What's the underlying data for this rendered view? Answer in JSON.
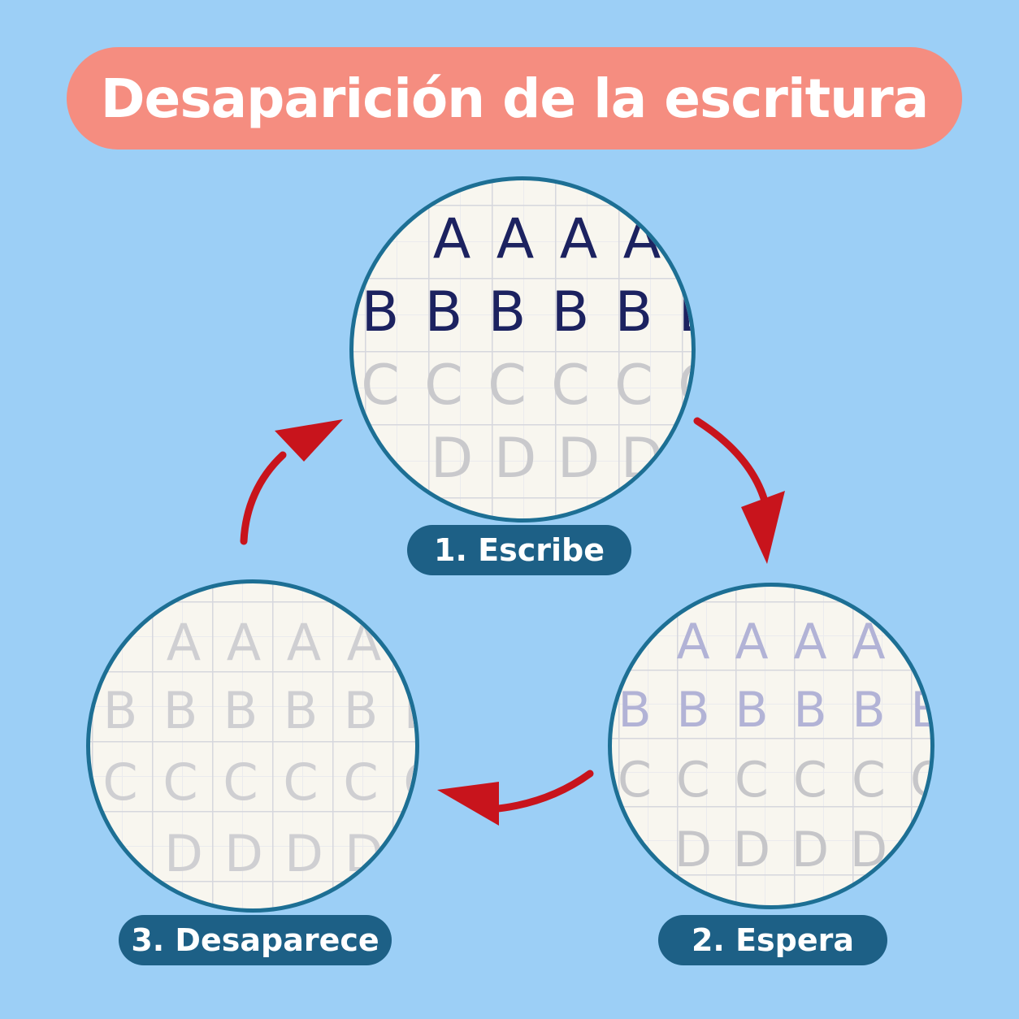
{
  "title": "Desaparición de la escritura",
  "steps": [
    {
      "label": "1. Escribe"
    },
    {
      "label": "2. Espera"
    },
    {
      "label": "3. Desaparece"
    }
  ],
  "letters": {
    "a": "A",
    "b": "B",
    "c": "C",
    "d": "D"
  },
  "colors": {
    "background": "#9ccff6",
    "title_banner": "#f58d80",
    "label_pill": "#1d6086",
    "circle_border": "#1d6f94",
    "arrow": "#c8141c",
    "ink_written": "#1c2260",
    "ink_fading": "#b2b3d6",
    "ink_faded": "#c6c6c9"
  },
  "icons": [
    "curved-arrow-icon",
    "curved-arrow-icon",
    "curved-arrow-icon"
  ]
}
